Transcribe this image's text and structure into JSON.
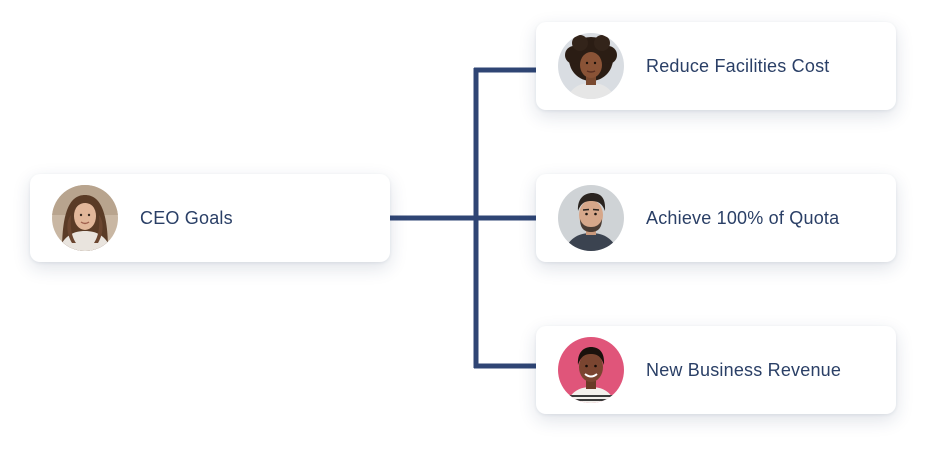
{
  "diagram": {
    "root": {
      "label": "CEO Goals",
      "avatar": "woman-long-brown-hair-avatar"
    },
    "children": [
      {
        "label": "Reduce Facilities Cost",
        "avatar": "woman-curly-hair-avatar"
      },
      {
        "label": "Achieve 100% of Quota",
        "avatar": "man-dark-hair-beard-avatar"
      },
      {
        "label": "New Business Revenue",
        "avatar": "woman-pink-background-avatar"
      }
    ],
    "colors": {
      "connector": "#2f4574",
      "label": "#2a3f66",
      "card": "#ffffff"
    }
  }
}
